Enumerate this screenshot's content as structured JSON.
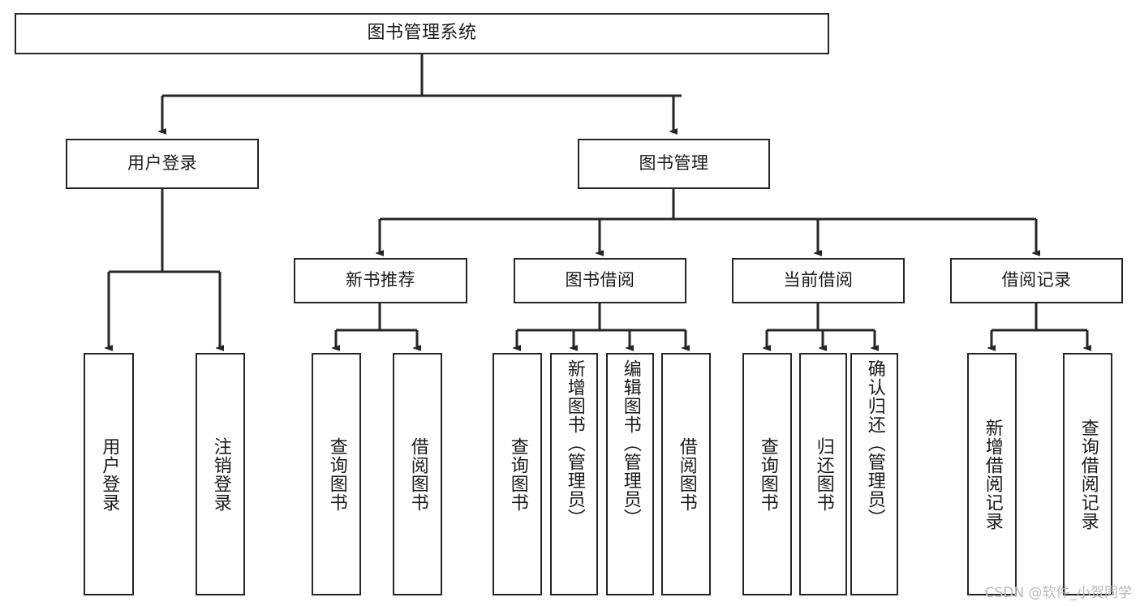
{
  "diagram": {
    "type": "tree",
    "title": "图书管理系统",
    "watermark": "CSDN @软件_小贺同学",
    "colors": {
      "stroke": "#262626",
      "background": "#ffffff",
      "text": "#1a1a1a",
      "watermark": "#b8b8b8"
    },
    "levels": {
      "root": "图书管理系统",
      "level2": [
        "用户登录",
        "图书管理"
      ],
      "level3": [
        "新书推荐",
        "图书借阅",
        "当前借阅",
        "借阅记录"
      ]
    },
    "nodes": {
      "root": {
        "label": "图书管理系统"
      },
      "user_login": {
        "label": "用户登录"
      },
      "book_manage": {
        "label": "图书管理"
      },
      "new_book_rec": {
        "label": "新书推荐"
      },
      "book_borrow": {
        "label": "图书借阅"
      },
      "current_borrow": {
        "label": "当前借阅"
      },
      "borrow_record": {
        "label": "借阅记录"
      },
      "leaf_user_login": {
        "label": "用户登录"
      },
      "leaf_logout": {
        "label": "注销登录"
      },
      "leaf_query_book_1": {
        "label": "查询图书"
      },
      "leaf_borrow_book_1": {
        "label": "借阅图书"
      },
      "leaf_query_book_2": {
        "label": "查询图书"
      },
      "leaf_add_book": {
        "label": "新增图书（管理员）"
      },
      "leaf_edit_book": {
        "label": "编辑图书（管理员）"
      },
      "leaf_borrow_book_2": {
        "label": "借阅图书"
      },
      "leaf_query_book_3": {
        "label": "查询图书"
      },
      "leaf_return_book": {
        "label": "归还图书"
      },
      "leaf_confirm_return": {
        "label": "确认归还（管理员）"
      },
      "leaf_add_record": {
        "label": "新增借阅记录"
      },
      "leaf_query_record": {
        "label": "查询借阅记录"
      }
    },
    "edges": [
      {
        "from": "root",
        "to": "user_login"
      },
      {
        "from": "root",
        "to": "book_manage"
      },
      {
        "from": "user_login",
        "to": "leaf_user_login"
      },
      {
        "from": "user_login",
        "to": "leaf_logout"
      },
      {
        "from": "book_manage",
        "to": "new_book_rec"
      },
      {
        "from": "book_manage",
        "to": "book_borrow"
      },
      {
        "from": "book_manage",
        "to": "current_borrow"
      },
      {
        "from": "book_manage",
        "to": "borrow_record"
      },
      {
        "from": "new_book_rec",
        "to": "leaf_query_book_1"
      },
      {
        "from": "new_book_rec",
        "to": "leaf_borrow_book_1"
      },
      {
        "from": "book_borrow",
        "to": "leaf_query_book_2"
      },
      {
        "from": "book_borrow",
        "to": "leaf_add_book"
      },
      {
        "from": "book_borrow",
        "to": "leaf_edit_book"
      },
      {
        "from": "book_borrow",
        "to": "leaf_borrow_book_2"
      },
      {
        "from": "current_borrow",
        "to": "leaf_query_book_3"
      },
      {
        "from": "current_borrow",
        "to": "leaf_return_book"
      },
      {
        "from": "current_borrow",
        "to": "leaf_confirm_return"
      },
      {
        "from": "borrow_record",
        "to": "leaf_add_record"
      },
      {
        "from": "borrow_record",
        "to": "leaf_query_record"
      }
    ]
  }
}
